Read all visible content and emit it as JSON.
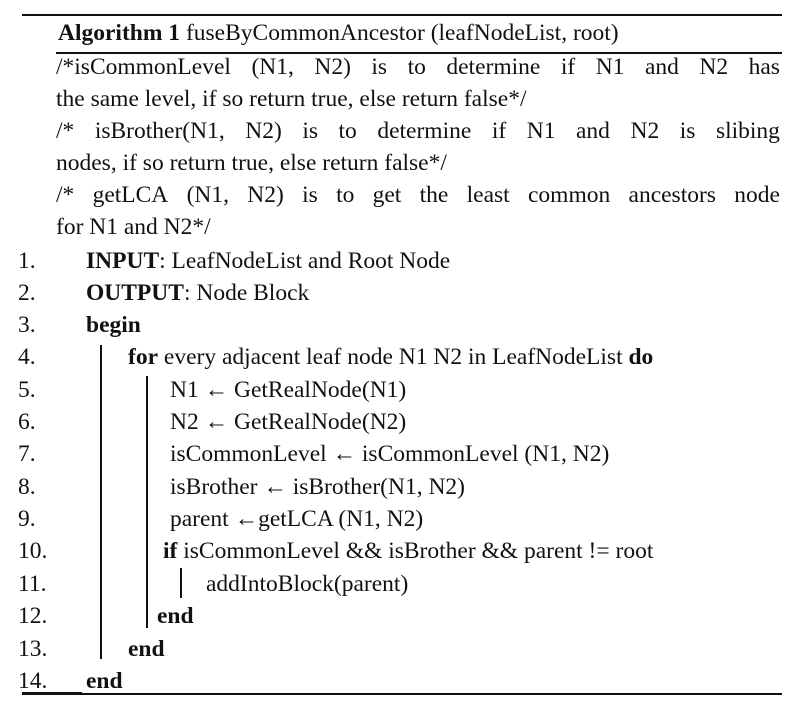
{
  "algorithm": {
    "label": "Algorithm 1",
    "title": "fuseByCommonAncestor (leafNodeList, root)"
  },
  "comments": [
    {
      "line1_words": [
        "/*isCommonLevel",
        "(N1,",
        "N2)",
        "is",
        "to",
        "determine",
        "if",
        "N1",
        "and",
        "N2",
        "has"
      ],
      "line2": "the same level, if so return true, else return false*/"
    },
    {
      "line1_words": [
        "/*",
        "isBrother(N1,",
        "N2)",
        "is",
        "to",
        "determine",
        "if",
        "N1",
        "and",
        "N2",
        "is",
        "slibing"
      ],
      "line2": "nodes, if so return true, else return false*/"
    },
    {
      "line1_words": [
        "/*",
        "getLCA",
        "(N1,",
        "N2)",
        "is",
        "to",
        "get",
        "the",
        "least",
        "common",
        "ancestors",
        "node"
      ],
      "line2": "for N1 and N2*/"
    }
  ],
  "lines": [
    {
      "num": "1.",
      "kw": "INPUT",
      "text": ": LeafNodeList and Root Node"
    },
    {
      "num": "2.",
      "kw": "OUTPUT",
      "text": ": Node Block"
    },
    {
      "num": "3.",
      "kw": "begin",
      "text": ""
    },
    {
      "num": "4.",
      "kw": "for",
      "text": " every adjacent leaf node N1 N2 in LeafNodeList ",
      "kw2": "do"
    },
    {
      "num": "5.",
      "kw": "",
      "text": "N1 ← GetRealNode(N1)"
    },
    {
      "num": "6.",
      "kw": "",
      "text": "N2 ← GetRealNode(N2)"
    },
    {
      "num": "7.",
      "kw": "",
      "text": "isCommonLevel ← isCommonLevel (N1, N2)"
    },
    {
      "num": "8.",
      "kw": "",
      "text": "isBrother ← isBrother(N1, N2)"
    },
    {
      "num": "9.",
      "kw": "",
      "text": "parent ←getLCA (N1, N2)"
    },
    {
      "num": "10.",
      "kw": "if",
      "text": " isCommonLevel && isBrother && parent != root"
    },
    {
      "num": "11.",
      "kw": "",
      "text": "addIntoBlock(parent)"
    },
    {
      "num": "12.",
      "kw": "end",
      "text": ""
    },
    {
      "num": "13.",
      "kw": "end",
      "text": ""
    },
    {
      "num": "14.",
      "kw": "end",
      "text": ""
    }
  ]
}
